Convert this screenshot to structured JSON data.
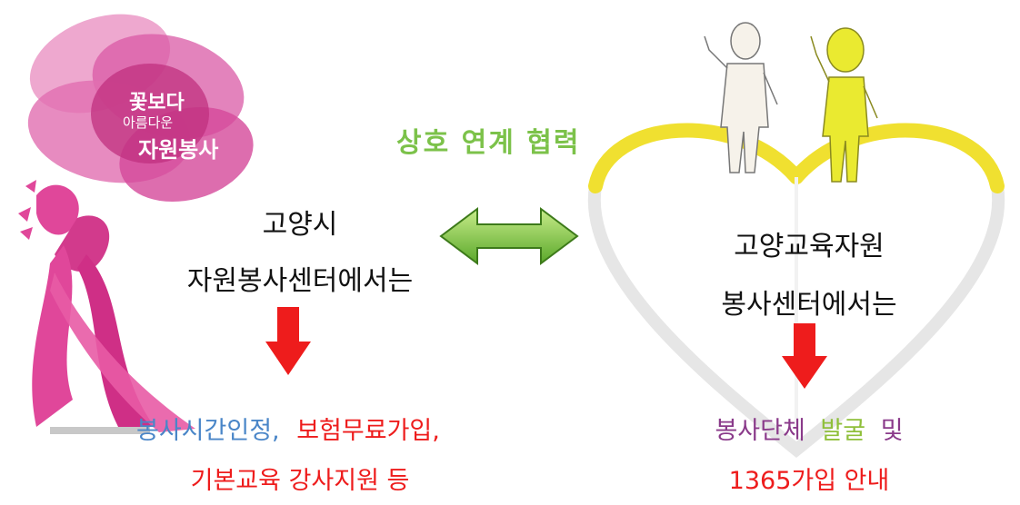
{
  "logo": {
    "line1": "꽃보다",
    "line2": "아름다운",
    "line3": "자원봉사"
  },
  "center": {
    "relation_label": "상호 연계 협력"
  },
  "left": {
    "title_line1": "고양시",
    "title_line2": "자원봉사센터에서는",
    "result_part1": "봉사시간인정,",
    "result_part2": "보험무료가입,",
    "result_line2": "기본교육 강사지원 등"
  },
  "right": {
    "title_line1": "고양교육자원",
    "title_line2": "봉사센터에서는",
    "result_part1": "봉사단체",
    "result_part2": "발굴",
    "result_part3": "및",
    "result_line2": "1365가입 안내"
  },
  "colors": {
    "pink": "#e0479a",
    "green": "#7cc24a",
    "red": "#ee1c1c",
    "blue": "#4a86c8",
    "purple": "#8a3a8a",
    "olive": "#8fbf3a",
    "yellow": "#f0e020"
  }
}
